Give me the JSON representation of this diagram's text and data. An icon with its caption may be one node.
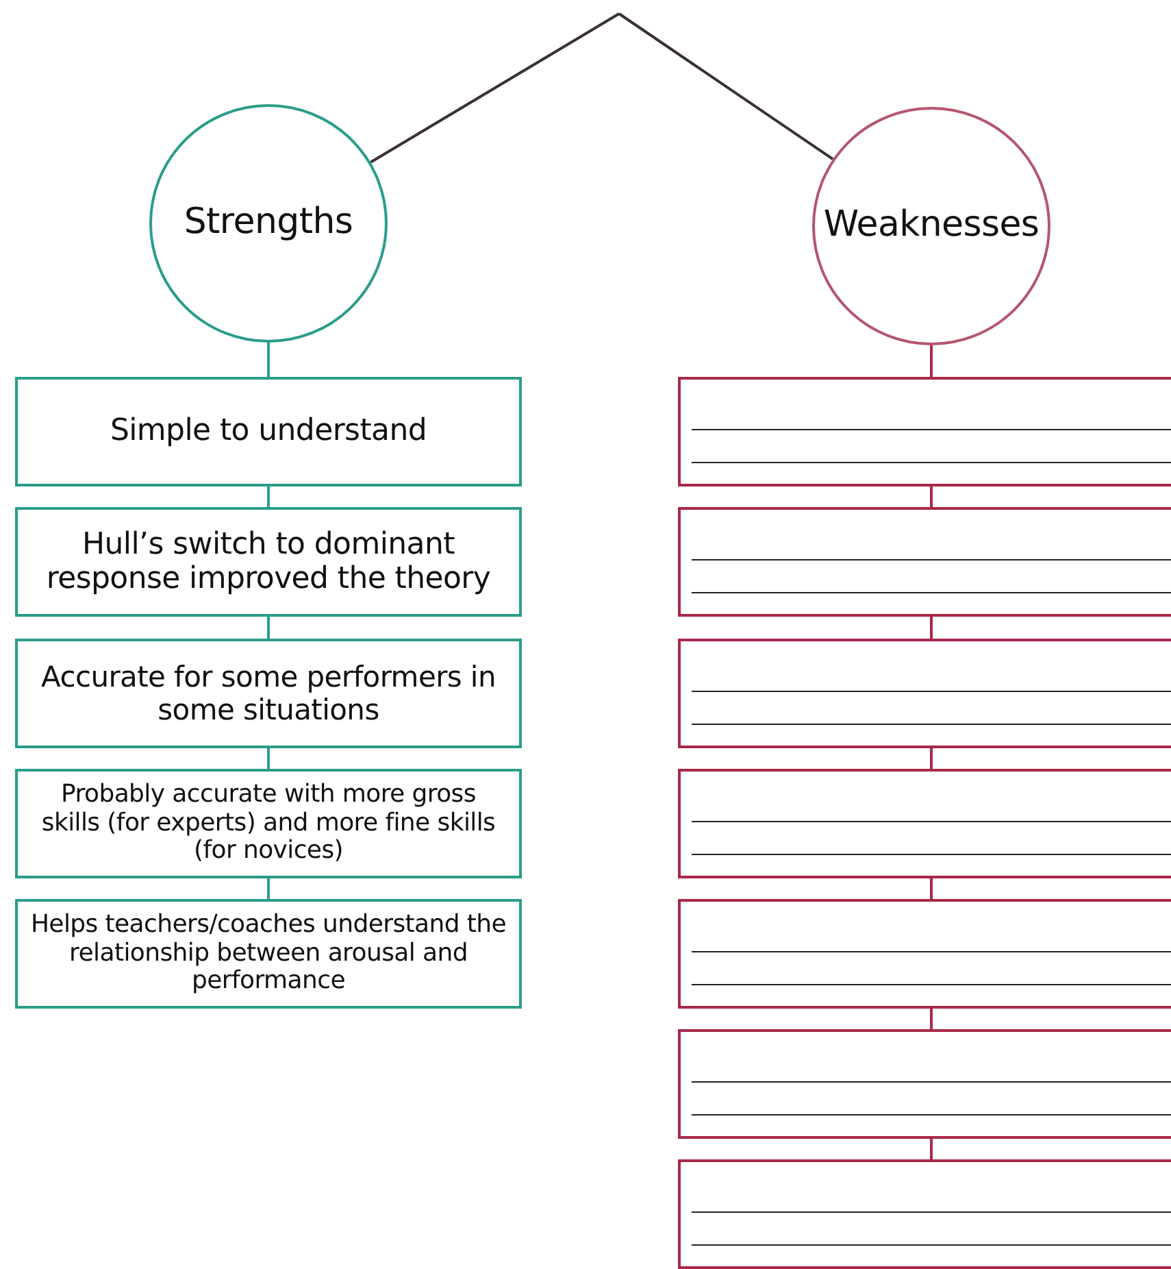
{
  "diagram": {
    "nodes": [
      {
        "text": [
          "Strengths"
        ]
      },
      {
        "text": [
          "Weaknesses"
        ]
      },
      {
        "text": [
          "Simple to understand"
        ]
      },
      {
        "text": [
          "Hull’s switch to dominant response improved the theory"
        ]
      },
      {
        "text": [
          "Accurate for some performers in some situations"
        ]
      },
      {
        "text": [
          "Probably accurate with more gross skills (for experts) and more fine skills (for novices)"
        ]
      },
      {
        "text": [
          "Helps teachers/coaches understand the relationship between arousal and performance"
        ]
      },
      {
        "text": [],
        "shape": "box"
      },
      {
        "text": [],
        "shape": "box"
      },
      {
        "text": [],
        "shape": "box"
      },
      {
        "text": [],
        "shape": "box"
      },
      {
        "text": [],
        "shape": "box"
      },
      {
        "text": [],
        "shape": "box"
      },
      {
        "text": [],
        "shape": "box"
      }
    ],
    "edges": [
      {
        "from": null,
        "to": 0,
        "arrow": "none",
        "color": "#3a3035"
      },
      {
        "from": null,
        "to": 1,
        "arrow": "none",
        "color": "#3a3035"
      },
      {
        "from": 0,
        "to": 2,
        "arrow": "none",
        "color": "#2a9d8a"
      },
      {
        "from": 2,
        "to": 3,
        "arrow": "none",
        "color": "#2a9d8a"
      },
      {
        "from": 3,
        "to": 4,
        "arrow": "none",
        "color": "#2a9d8a"
      },
      {
        "from": 4,
        "to": 5,
        "arrow": "none",
        "color": "#2a9d8a"
      },
      {
        "from": 5,
        "to": 6,
        "arrow": "none",
        "color": "#2a9d8a"
      },
      {
        "from": 1,
        "to": 7,
        "arrow": "none"
      },
      {
        "from": 7,
        "to": 8,
        "arrow": "none"
      },
      {
        "from": 8,
        "to": 9,
        "arrow": "none"
      },
      {
        "from": 9,
        "to": 10,
        "arrow": "none"
      },
      {
        "from": 10,
        "to": 11,
        "arrow": "none"
      },
      {
        "from": 11,
        "to": 12,
        "arrow": "none"
      },
      {
        "from": 12,
        "to": 13,
        "arrow": "none"
      }
    ]
  }
}
